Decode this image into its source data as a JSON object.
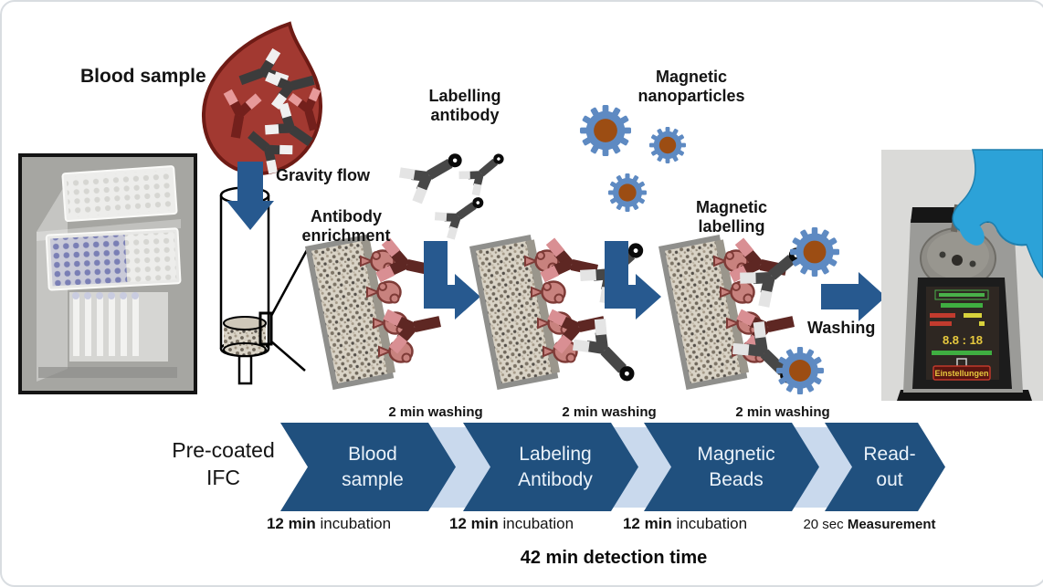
{
  "labels": {
    "blood_sample": "Blood sample",
    "gravity_flow": "Gravity flow",
    "antibody_enrichment": "Antibody\nenrichment",
    "labelling_antibody": "Labelling\nantibody",
    "magnetic_nanoparticles": "Magnetic\nnanoparticles",
    "magnetic_labelling": "Magnetic\nlabelling",
    "washing": "Washing"
  },
  "device_screen": {
    "value": "8.8 : 18",
    "settings_button": "Einstellungen"
  },
  "timeline": {
    "pre_step": "Pre-coated\nIFC",
    "steps": [
      {
        "label": "Blood\nsample",
        "wash": "2 min washing",
        "time_bold": "12 min",
        "time_rest": "incubation"
      },
      {
        "label": "Labeling\nAntibody",
        "wash": "2 min washing",
        "time_bold": "12 min",
        "time_rest": "incubation"
      },
      {
        "label": "Magnetic\nBeads",
        "wash": "2 min washing",
        "time_bold": "12 min",
        "time_rest": "incubation"
      },
      {
        "label": "Read-\nout",
        "time_normal": "20 sec",
        "time_bold": "Measurement"
      }
    ],
    "total": "42 min detection time"
  },
  "icons": {
    "nanoparticle_icon": "gear-shaped magnetic bead, blue ring with brown core",
    "antibody_icon": "Y-shaped antibody",
    "label_dot_icon": "black label dot on antibody stem",
    "flow_arrow_icon": "solid dark-blue block arrow",
    "column_icon": "open gravity-flow column with porous filter and outlet",
    "membrane_icon": "porous membrane slab with captured antigens"
  },
  "colors": {
    "arrow_blue": "#27598F",
    "chevron_dark": "#20507E",
    "chevron_light": "#C9D9ED",
    "blood_red": "#A23931",
    "gear_blue": "#5E8AC2",
    "gear_core": "#9C4D13",
    "antigen_pink": "#C8827E",
    "glove_blue": "#2CA2D8"
  }
}
